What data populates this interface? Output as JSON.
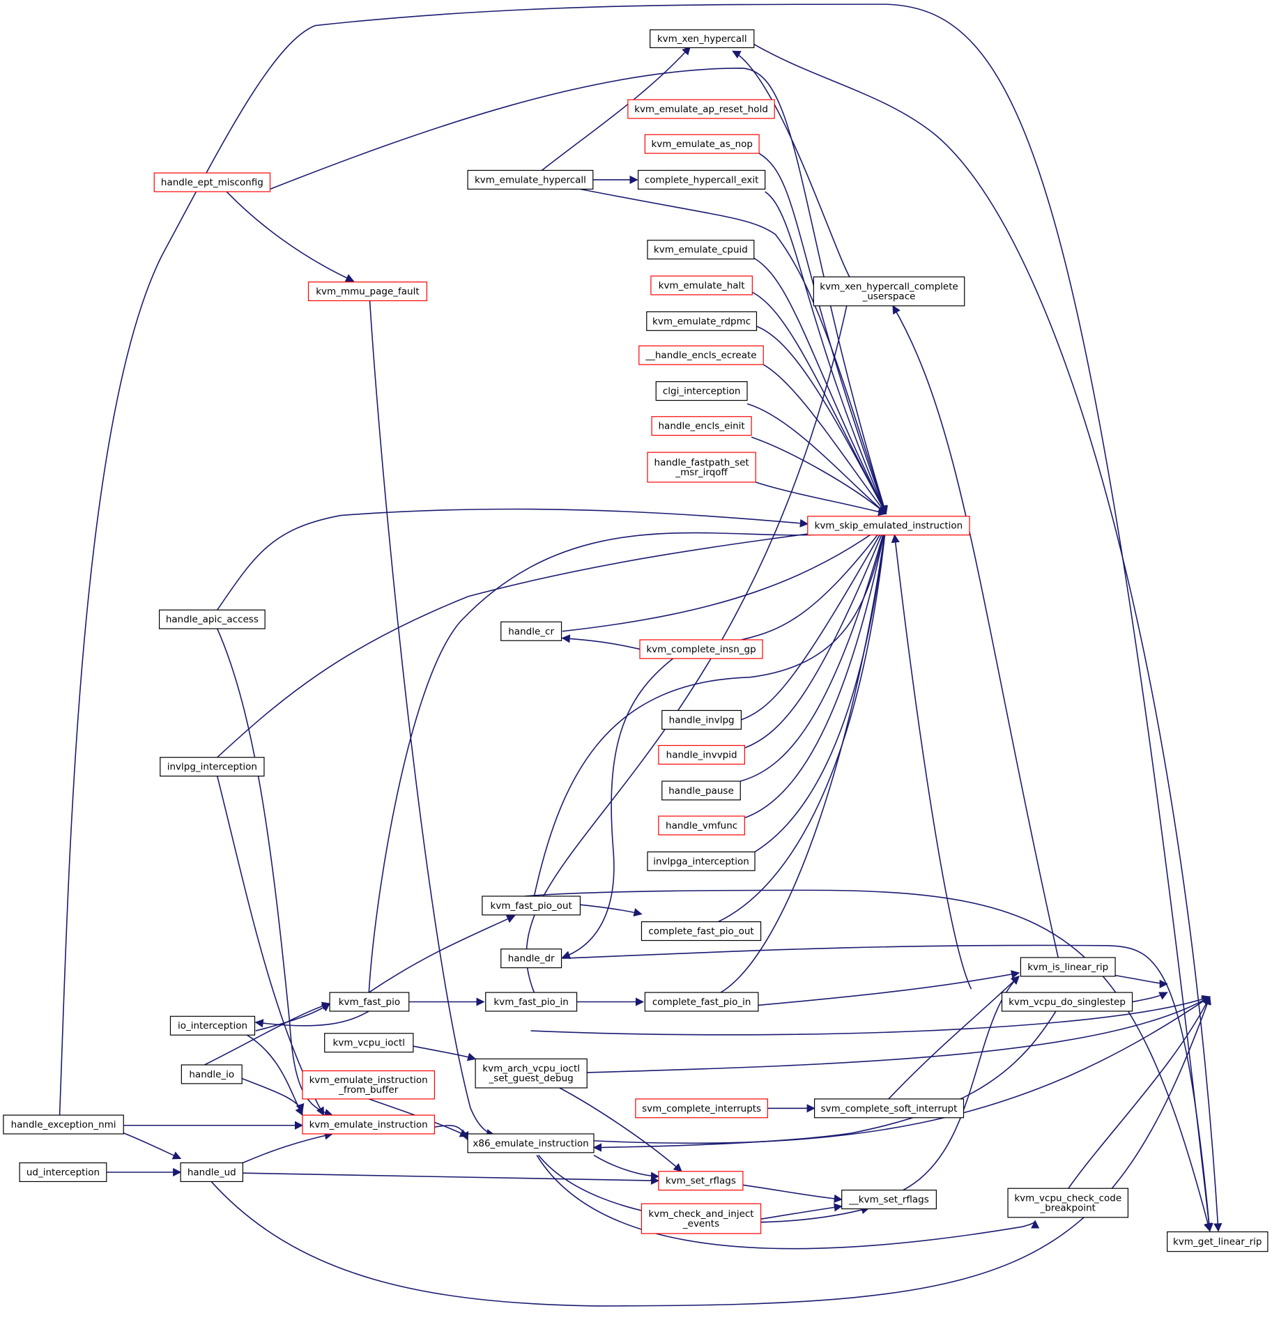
{
  "colors": {
    "edge": "#191970",
    "border_normal": "#000000",
    "border_truncated": "#ff0000",
    "root_fill": "#bfbfbf",
    "node_fill": "#ffffff"
  },
  "nodes": [
    {
      "id": "root",
      "label": [
        "kvm_get_linear_rip"
      ],
      "style": "root"
    },
    {
      "id": "xen_hypercall",
      "label": [
        "kvm_xen_hypercall"
      ],
      "style": "normal"
    },
    {
      "id": "emu_ap_reset_hold",
      "label": [
        "kvm_emulate_ap_reset_hold"
      ],
      "style": "red"
    },
    {
      "id": "emu_as_nop",
      "label": [
        "kvm_emulate_as_nop"
      ],
      "style": "red"
    },
    {
      "id": "emu_hypercall",
      "label": [
        "kvm_emulate_hypercall"
      ],
      "style": "normal"
    },
    {
      "id": "complete_hypercall_exit",
      "label": [
        "complete_hypercall_exit"
      ],
      "style": "normal"
    },
    {
      "id": "handle_ept_misconfig",
      "label": [
        "handle_ept_misconfig"
      ],
      "style": "red"
    },
    {
      "id": "emu_cpuid",
      "label": [
        "kvm_emulate_cpuid"
      ],
      "style": "normal"
    },
    {
      "id": "xen_complete_user",
      "label": [
        "kvm_xen_hypercall_complete",
        "_userspace"
      ],
      "style": "normal"
    },
    {
      "id": "mmu_page_fault",
      "label": [
        "kvm_mmu_page_fault"
      ],
      "style": "red"
    },
    {
      "id": "emu_halt",
      "label": [
        "kvm_emulate_halt"
      ],
      "style": "red"
    },
    {
      "id": "emu_rdpmc",
      "label": [
        "kvm_emulate_rdpmc"
      ],
      "style": "normal"
    },
    {
      "id": "encls_ecreate",
      "label": [
        "__handle_encls_ecreate"
      ],
      "style": "red"
    },
    {
      "id": "clgi",
      "label": [
        "clgi_interception"
      ],
      "style": "normal"
    },
    {
      "id": "encls_einit",
      "label": [
        "handle_encls_einit"
      ],
      "style": "red"
    },
    {
      "id": "fastpath_msr",
      "label": [
        "handle_fastpath_set",
        "_msr_irqoff"
      ],
      "style": "red"
    },
    {
      "id": "skip_emulated",
      "label": [
        "kvm_skip_emulated_instruction"
      ],
      "style": "red"
    },
    {
      "id": "handle_apic_access",
      "label": [
        "handle_apic_access"
      ],
      "style": "normal"
    },
    {
      "id": "handle_cr",
      "label": [
        "handle_cr"
      ],
      "style": "normal"
    },
    {
      "id": "complete_insn_gp",
      "label": [
        "kvm_complete_insn_gp"
      ],
      "style": "red"
    },
    {
      "id": "handle_invlpg",
      "label": [
        "handle_invlpg"
      ],
      "style": "normal"
    },
    {
      "id": "handle_invvpid",
      "label": [
        "handle_invvpid"
      ],
      "style": "red"
    },
    {
      "id": "invlpg_interception",
      "label": [
        "invlpg_interception"
      ],
      "style": "normal"
    },
    {
      "id": "handle_pause",
      "label": [
        "handle_pause"
      ],
      "style": "normal"
    },
    {
      "id": "handle_vmfunc",
      "label": [
        "handle_vmfunc"
      ],
      "style": "red"
    },
    {
      "id": "invlpga",
      "label": [
        "invlpga_interception"
      ],
      "style": "normal"
    },
    {
      "id": "fast_pio_out",
      "label": [
        "kvm_fast_pio_out"
      ],
      "style": "normal"
    },
    {
      "id": "complete_fast_pio_out",
      "label": [
        "complete_fast_pio_out"
      ],
      "style": "normal"
    },
    {
      "id": "handle_dr",
      "label": [
        "handle_dr"
      ],
      "style": "normal"
    },
    {
      "id": "is_linear_rip",
      "label": [
        "kvm_is_linear_rip"
      ],
      "style": "normal"
    },
    {
      "id": "fast_pio",
      "label": [
        "kvm_fast_pio"
      ],
      "style": "normal"
    },
    {
      "id": "fast_pio_in",
      "label": [
        "kvm_fast_pio_in"
      ],
      "style": "normal"
    },
    {
      "id": "complete_fast_pio_in",
      "label": [
        "complete_fast_pio_in"
      ],
      "style": "normal"
    },
    {
      "id": "vcpu_do_singlestep",
      "label": [
        "kvm_vcpu_do_singlestep"
      ],
      "style": "normal"
    },
    {
      "id": "io_interception",
      "label": [
        "io_interception"
      ],
      "style": "normal"
    },
    {
      "id": "vcpu_ioctl",
      "label": [
        "kvm_vcpu_ioctl"
      ],
      "style": "normal"
    },
    {
      "id": "handle_io",
      "label": [
        "handle_io"
      ],
      "style": "normal"
    },
    {
      "id": "arch_set_guest_debug",
      "label": [
        "kvm_arch_vcpu_ioctl",
        "_set_guest_debug"
      ],
      "style": "normal"
    },
    {
      "id": "emu_insn_from_buffer",
      "label": [
        "kvm_emulate_instruction",
        "_from_buffer"
      ],
      "style": "red"
    },
    {
      "id": "svm_complete_interrupts",
      "label": [
        "svm_complete_interrupts"
      ],
      "style": "red"
    },
    {
      "id": "svm_complete_soft_int",
      "label": [
        "svm_complete_soft_interrupt"
      ],
      "style": "normal"
    },
    {
      "id": "handle_exception_nmi",
      "label": [
        "handle_exception_nmi"
      ],
      "style": "normal"
    },
    {
      "id": "emu_instruction",
      "label": [
        "kvm_emulate_instruction"
      ],
      "style": "red"
    },
    {
      "id": "x86_emulate",
      "label": [
        "x86_emulate_instruction"
      ],
      "style": "normal"
    },
    {
      "id": "ud_interception",
      "label": [
        "ud_interception"
      ],
      "style": "normal"
    },
    {
      "id": "handle_ud",
      "label": [
        "handle_ud"
      ],
      "style": "normal"
    },
    {
      "id": "set_rflags",
      "label": [
        "kvm_set_rflags"
      ],
      "style": "red"
    },
    {
      "id": "__set_rflags",
      "label": [
        "__kvm_set_rflags"
      ],
      "style": "normal"
    },
    {
      "id": "check_code_bp",
      "label": [
        "kvm_vcpu_check_code",
        "_breakpoint"
      ],
      "style": "normal"
    },
    {
      "id": "check_inject_events",
      "label": [
        "kvm_check_and_inject",
        "_events"
      ],
      "style": "red"
    }
  ]
}
